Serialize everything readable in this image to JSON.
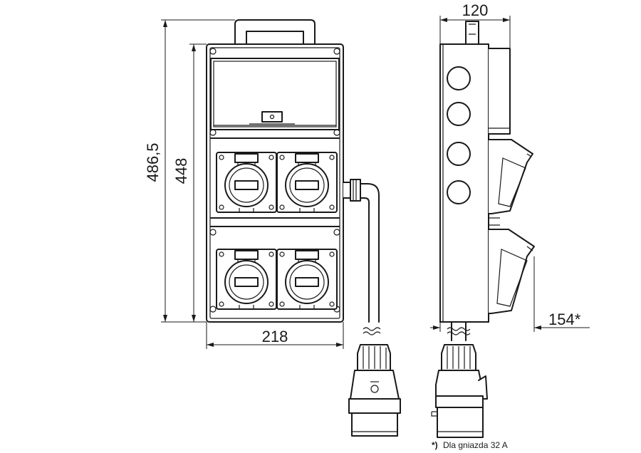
{
  "dimensions": {
    "total_height": "486,5",
    "body_height": "448",
    "width": "218",
    "depth": "120",
    "depth_with_socket": "154*"
  },
  "footnote": {
    "marker": "*)",
    "text": "Dla gniazda 32 A"
  }
}
